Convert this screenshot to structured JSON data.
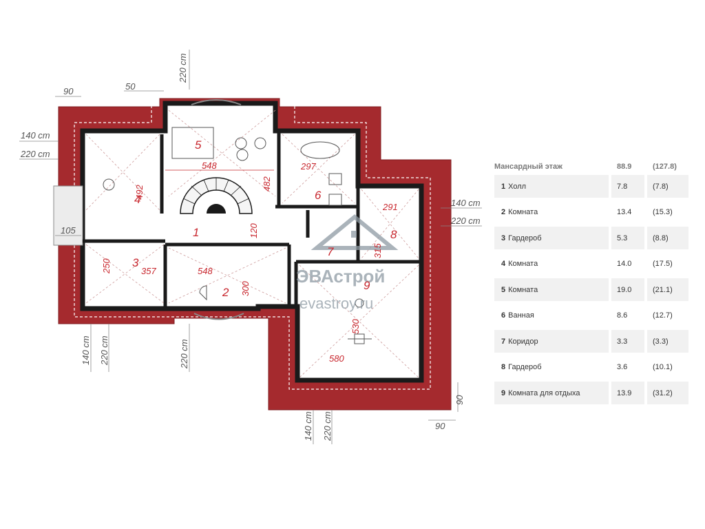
{
  "plan": {
    "dimensions": {
      "top_220": "220 cm",
      "top_90": "90",
      "top_50": "50",
      "left_140": "140 cm",
      "left_220": "220 cm",
      "left_105": "105",
      "right_140": "140 cm",
      "right_220": "220 cm",
      "bottom_left_140": "140 cm",
      "bottom_left_220": "220 cm",
      "bottom_mid_220": "220 cm",
      "bottom_right_140": "140 cm",
      "bottom_right_220": "220 cm",
      "bottom_90": "90",
      "right_90": "90"
    },
    "rooms": {
      "r1": "1",
      "r2": "2",
      "r3": "3",
      "r4": "4",
      "r5": "5",
      "r6": "6",
      "r7": "7",
      "r8": "8",
      "r9": "9"
    },
    "room_dims": {
      "d548_top": "548",
      "d492": "492",
      "d482": "482",
      "d297": "297",
      "d291": "291",
      "d120": "120",
      "d250": "250",
      "d357": "357",
      "d548_bot": "548",
      "d300": "300",
      "d530": "530",
      "d580": "580",
      "d315": "315"
    },
    "watermark": {
      "brand": "ЭВАстрой",
      "url": "evastroy.ru"
    }
  },
  "table": {
    "header": {
      "name": "Мансардный этаж",
      "area": "88.9",
      "total": "(127.8)"
    },
    "rows": [
      {
        "num": "1",
        "name": "Холл",
        "area": "7.8",
        "total": "(7.8)"
      },
      {
        "num": "2",
        "name": "Комната",
        "area": "13.4",
        "total": "(15.3)"
      },
      {
        "num": "3",
        "name": "Гардероб",
        "area": "5.3",
        "total": "(8.8)"
      },
      {
        "num": "4",
        "name": "Комната",
        "area": "14.0",
        "total": "(17.5)"
      },
      {
        "num": "5",
        "name": "Комната",
        "area": "19.0",
        "total": "(21.1)"
      },
      {
        "num": "6",
        "name": "Ванная",
        "area": "8.6",
        "total": "(12.7)"
      },
      {
        "num": "7",
        "name": "Коридор",
        "area": "3.3",
        "total": "(3.3)"
      },
      {
        "num": "8",
        "name": "Гардероб",
        "area": "3.6",
        "total": "(10.1)"
      },
      {
        "num": "9",
        "name": "Комната для отдыха",
        "area": "13.9",
        "total": "(31.2)"
      }
    ]
  },
  "colors": {
    "roof": "#a52a2e",
    "wall": "#1a1a1a",
    "dim_red": "#c8272e"
  }
}
